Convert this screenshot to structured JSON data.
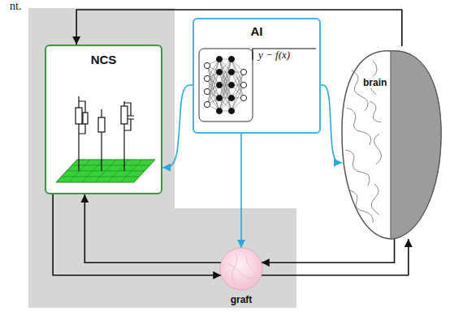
{
  "diagram": {
    "nodes": [
      {
        "text": [
          "NCS"
        ]
      },
      {
        "text": [
          "AI"
        ]
      },
      {
        "text": [
          "brain"
        ]
      },
      {
        "text": [
          "graft"
        ]
      }
    ],
    "edges": [
      {
        "from": 2,
        "to": 0,
        "arrow": "to"
      },
      {
        "from": 1,
        "to": 0,
        "arrow": "to"
      },
      {
        "from": 1,
        "to": 2,
        "arrow": "to"
      },
      {
        "from": 1,
        "to": 3,
        "arrow": "to"
      },
      {
        "from": 0,
        "to": 3,
        "arrow": "to"
      },
      {
        "from": 3,
        "to": 0,
        "arrow": "to"
      },
      {
        "from": 2,
        "to": 3,
        "arrow": "to"
      },
      {
        "from": 3,
        "to": 2,
        "arrow": "to"
      }
    ],
    "labels": [
      "nt.",
      "y − f(x)"
    ]
  }
}
